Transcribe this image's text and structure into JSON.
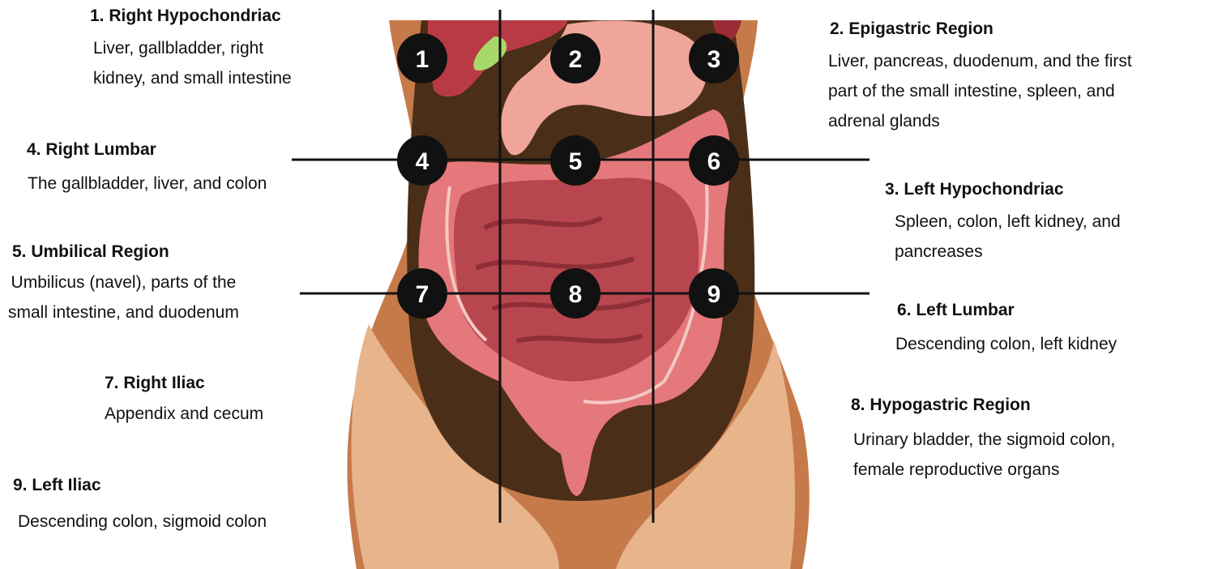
{
  "regions": [
    {
      "number": "1",
      "title": "1. Right Hypochondriac",
      "organs": "Liver, gallbladder, right\nkidney, and small intestine"
    },
    {
      "number": "2",
      "title": "2. Epigastric Region",
      "organs": "Liver, pancreas, duodenum, and the first\npart of the small intestine, spleen, and\nadrenal glands"
    },
    {
      "number": "3",
      "title": "3. Left Hypochondriac",
      "organs": "Spleen, colon, left kidney, and\npancreases"
    },
    {
      "number": "4",
      "title": "4. Right Lumbar",
      "organs": "The gallbladder, liver, and colon"
    },
    {
      "number": "5",
      "title": "5. Umbilical Region",
      "organs": "Umbilicus (navel), parts of the\nsmall intestine, and duodenum"
    },
    {
      "number": "6",
      "title": "6. Left Lumbar",
      "organs": "Descending colon, left kidney"
    },
    {
      "number": "7",
      "title": "7. Right Iliac",
      "organs": "Appendix and cecum"
    },
    {
      "number": "8",
      "title": "8. Hypogastric Region",
      "organs": "Urinary bladder, the sigmoid colon,\nfemale reproductive organs"
    },
    {
      "number": "9",
      "title": "9. Left Iliac",
      "organs": "Descending colon, sigmoid colon"
    }
  ],
  "colors": {
    "skin_dark": "#c67a4a",
    "skin_light": "#e8b48c",
    "cavity": "#4a2e18",
    "intestine": "#e4787a",
    "intestine_dark": "#b8464e",
    "liver": "#b83a44",
    "stomach": "#f0a59a",
    "gallbladder": "#a8d86a",
    "badge": "#111111",
    "grid_line": "#111111"
  }
}
